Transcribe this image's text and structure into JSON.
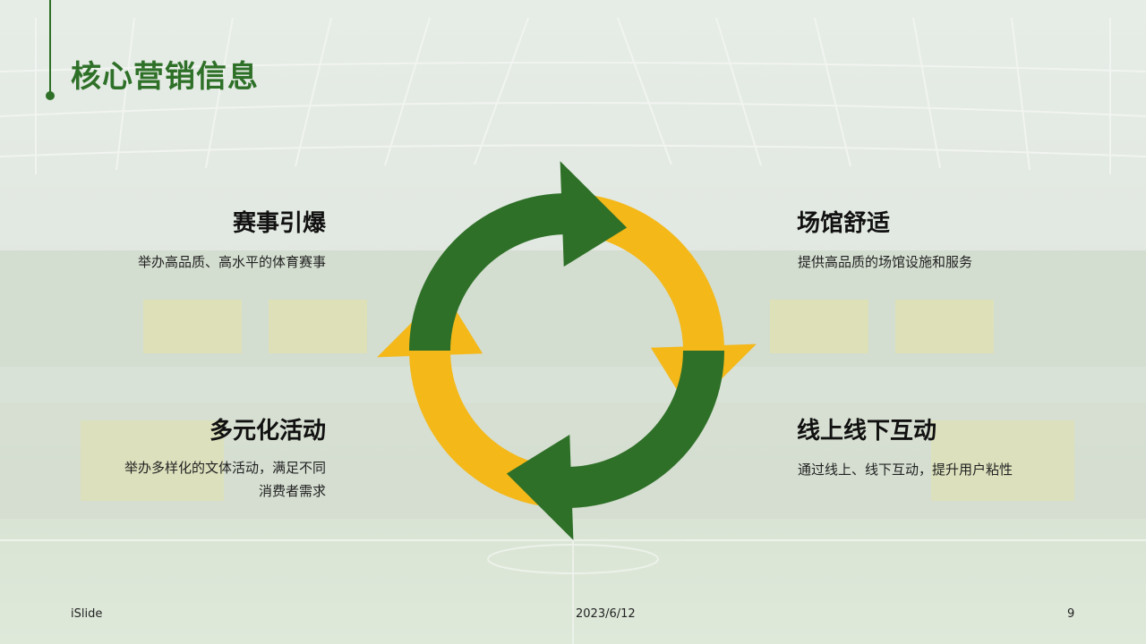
{
  "slide": {
    "title": "核心营销信息"
  },
  "items": [
    {
      "title": "赛事引爆",
      "desc": "举办高品质、高水平的体育赛事"
    },
    {
      "title": "场馆舒适",
      "desc": "提供高品质的场馆设施和服务"
    },
    {
      "title": "多元化活动",
      "desc_line1": "举办多样化的文体活动，满足不同",
      "desc_line2": "消费者需求"
    },
    {
      "title": "线上线下互动",
      "desc": "通过线上、线下互动，提升用户粘性"
    }
  ],
  "diagram": {
    "type": "cycle",
    "arrow_count": 4,
    "colors": {
      "green": "#2e7028",
      "yellow": "#f4b819"
    }
  },
  "footer": {
    "brand": "iSlide",
    "date": "2023/6/12",
    "page_number": "9"
  },
  "colors": {
    "accent": "#2e7028",
    "background": "#dfe8df"
  }
}
